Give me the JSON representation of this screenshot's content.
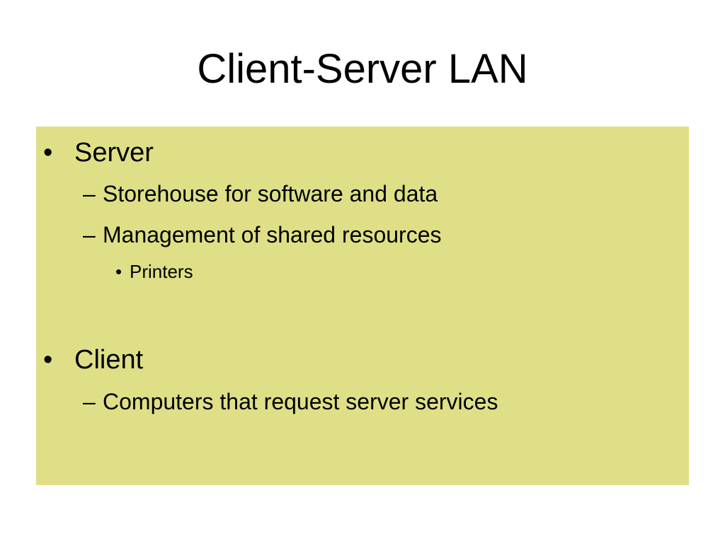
{
  "slide": {
    "title": "Client-Server LAN",
    "background_color": "#dfdf87",
    "bullet_marker": "•",
    "dash_marker": "–",
    "sections": [
      {
        "heading": "Server",
        "items": [
          "Storehouse for software and data",
          "Management of shared resources"
        ],
        "subitems": [
          "Printers"
        ]
      },
      {
        "heading": "Client",
        "items": [
          "Computers that request server services"
        ]
      }
    ]
  }
}
